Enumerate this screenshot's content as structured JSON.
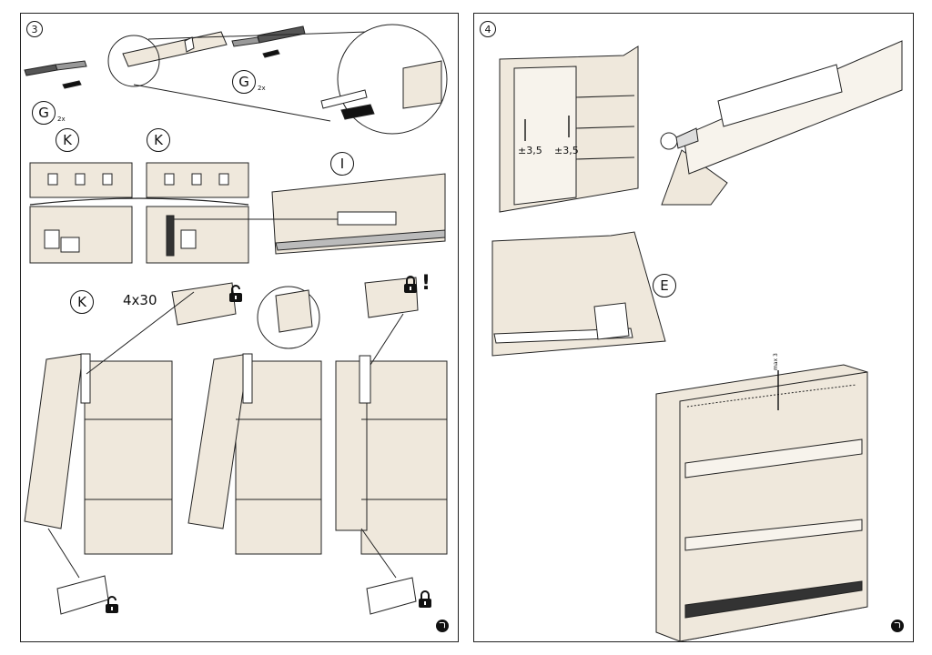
{
  "page": {
    "steps": [
      {
        "number": "3",
        "callouts": {
          "G_left": "G",
          "G_left_qty": "2x",
          "G_right": "G",
          "G_right_qty": "2x",
          "K_top_left": "K",
          "K_top_right": "K",
          "K_bottom": "K",
          "I": "I"
        },
        "screw_spec": "4x30",
        "attention_mark": "!"
      },
      {
        "number": "4",
        "callouts": {
          "E": "E"
        },
        "adjust_left": "±3,5",
        "adjust_right": "±3,5",
        "gap_label": "max 3"
      }
    ],
    "icons": {
      "continue": "continue-arrow-icon",
      "lock_open": "padlock-open-icon",
      "lock_closed": "padlock-closed-icon"
    },
    "colors": {
      "panel_fill": "#efe8dc",
      "line": "#222222",
      "background": "#ffffff"
    }
  }
}
